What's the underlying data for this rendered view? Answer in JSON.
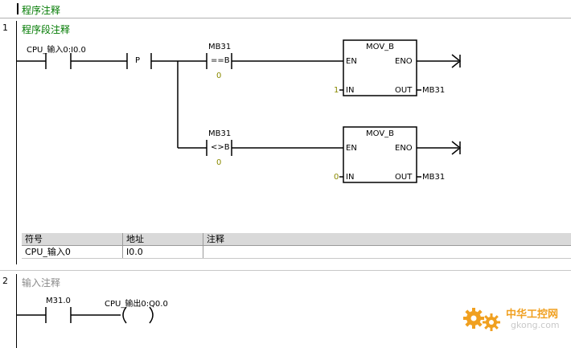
{
  "program_comment": "程序注释",
  "networks": [
    {
      "number": "1",
      "title": "程序段注释",
      "contact_input_label": "CPU_输入0:I0.0",
      "edge_label": "P",
      "compare1": {
        "operand": "MB31",
        "op": "==B",
        "value": "0"
      },
      "compare2": {
        "operand": "MB31",
        "op": "<>B",
        "value": "0"
      },
      "box1": {
        "title": "MOV_B",
        "en": "EN",
        "eno": "ENO",
        "in_label": "IN",
        "out_label": "OUT",
        "in_value": "1",
        "out_value": "MB31"
      },
      "box2": {
        "title": "MOV_B",
        "en": "EN",
        "eno": "ENO",
        "in_label": "IN",
        "out_label": "OUT",
        "in_value": "0",
        "out_value": "MB31"
      },
      "symbol_table": {
        "headers": [
          "符号",
          "地址",
          "注释"
        ],
        "rows": [
          [
            "CPU_输入0",
            "I0.0",
            ""
          ]
        ]
      }
    },
    {
      "number": "2",
      "title": "输入注释",
      "contact_label": "M31.0",
      "coil_label": "CPU_输出0:Q0.0"
    }
  ],
  "watermark": {
    "text_cn": "中华工控网",
    "url": "gkong.com",
    "color": "#f0a020"
  }
}
